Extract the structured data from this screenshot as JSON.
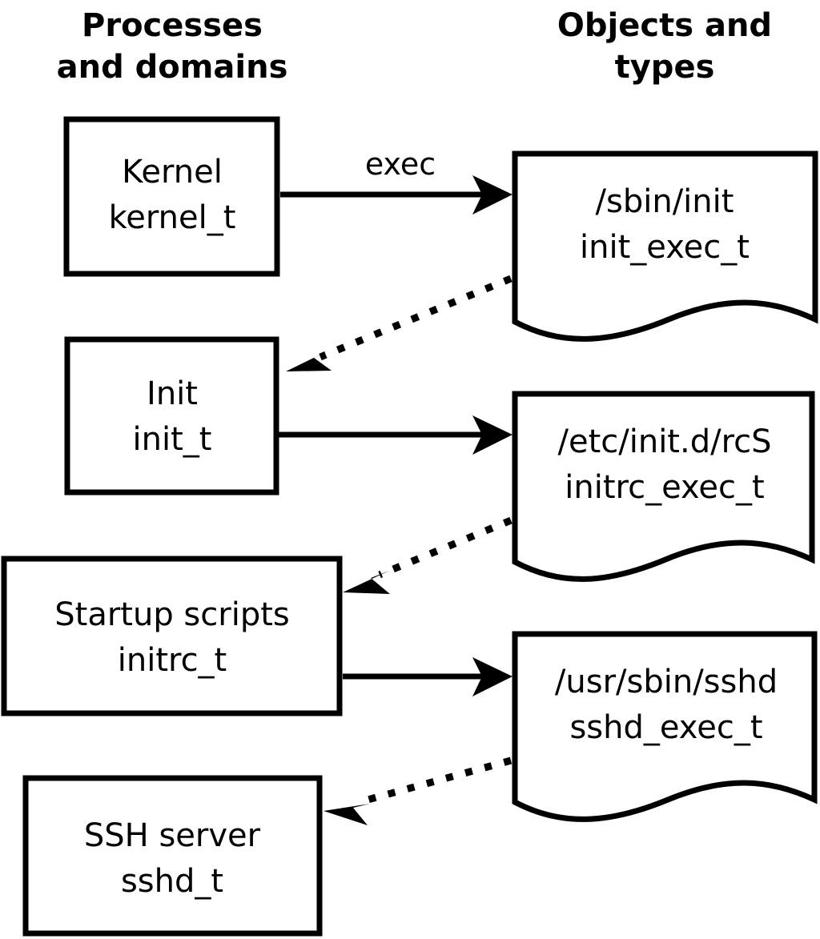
{
  "diagram": {
    "title_left": "Processes\nand domains",
    "title_right": "Objects and\ntypes",
    "columns": [
      {
        "id": "left",
        "header_line1": "Processes",
        "header_line2": "and domains"
      },
      {
        "id": "right",
        "header_line1": "Objects and",
        "header_line2": "types"
      }
    ],
    "colors": {
      "stroke": "#000000",
      "fill": "#ffffff",
      "text": "#000000",
      "background": "#ffffff"
    },
    "process_nodes": [
      {
        "id": "kernel",
        "line1": "Kernel",
        "line2": "kernel_t"
      },
      {
        "id": "init",
        "line1": "Init",
        "line2": "init_t"
      },
      {
        "id": "initrc",
        "line1": "Startup scripts",
        "line2": "initrc_t"
      },
      {
        "id": "sshd",
        "line1": "SSH server",
        "line2": "sshd_t"
      }
    ],
    "object_nodes": [
      {
        "id": "init_exec",
        "line1": "/sbin/init",
        "line2": "init_exec_t"
      },
      {
        "id": "initrc_exec",
        "line1": "/etc/init.d/rcS",
        "line2": "initrc_exec_t"
      },
      {
        "id": "sshd_exec",
        "line1": "/usr/sbin/sshd",
        "line2": "sshd_exec_t"
      }
    ],
    "edges": [
      {
        "id": "kernel-execs-init",
        "from": "kernel",
        "to": "init_exec",
        "style": "solid",
        "label": "exec"
      },
      {
        "id": "init_exec-transitions-init",
        "from": "init_exec",
        "to": "init",
        "style": "dotted",
        "label": ""
      },
      {
        "id": "init-execs-initrc",
        "from": "init",
        "to": "initrc_exec",
        "style": "solid",
        "label": ""
      },
      {
        "id": "initrc_exec-transitions-initrc",
        "from": "initrc_exec",
        "to": "initrc",
        "style": "dotted",
        "label": ""
      },
      {
        "id": "initrc-execs-sshd",
        "from": "initrc",
        "to": "sshd_exec",
        "style": "solid",
        "label": ""
      },
      {
        "id": "sshd_exec-transitions-sshd",
        "from": "sshd_exec",
        "to": "sshd",
        "style": "dotted",
        "label": ""
      }
    ]
  }
}
